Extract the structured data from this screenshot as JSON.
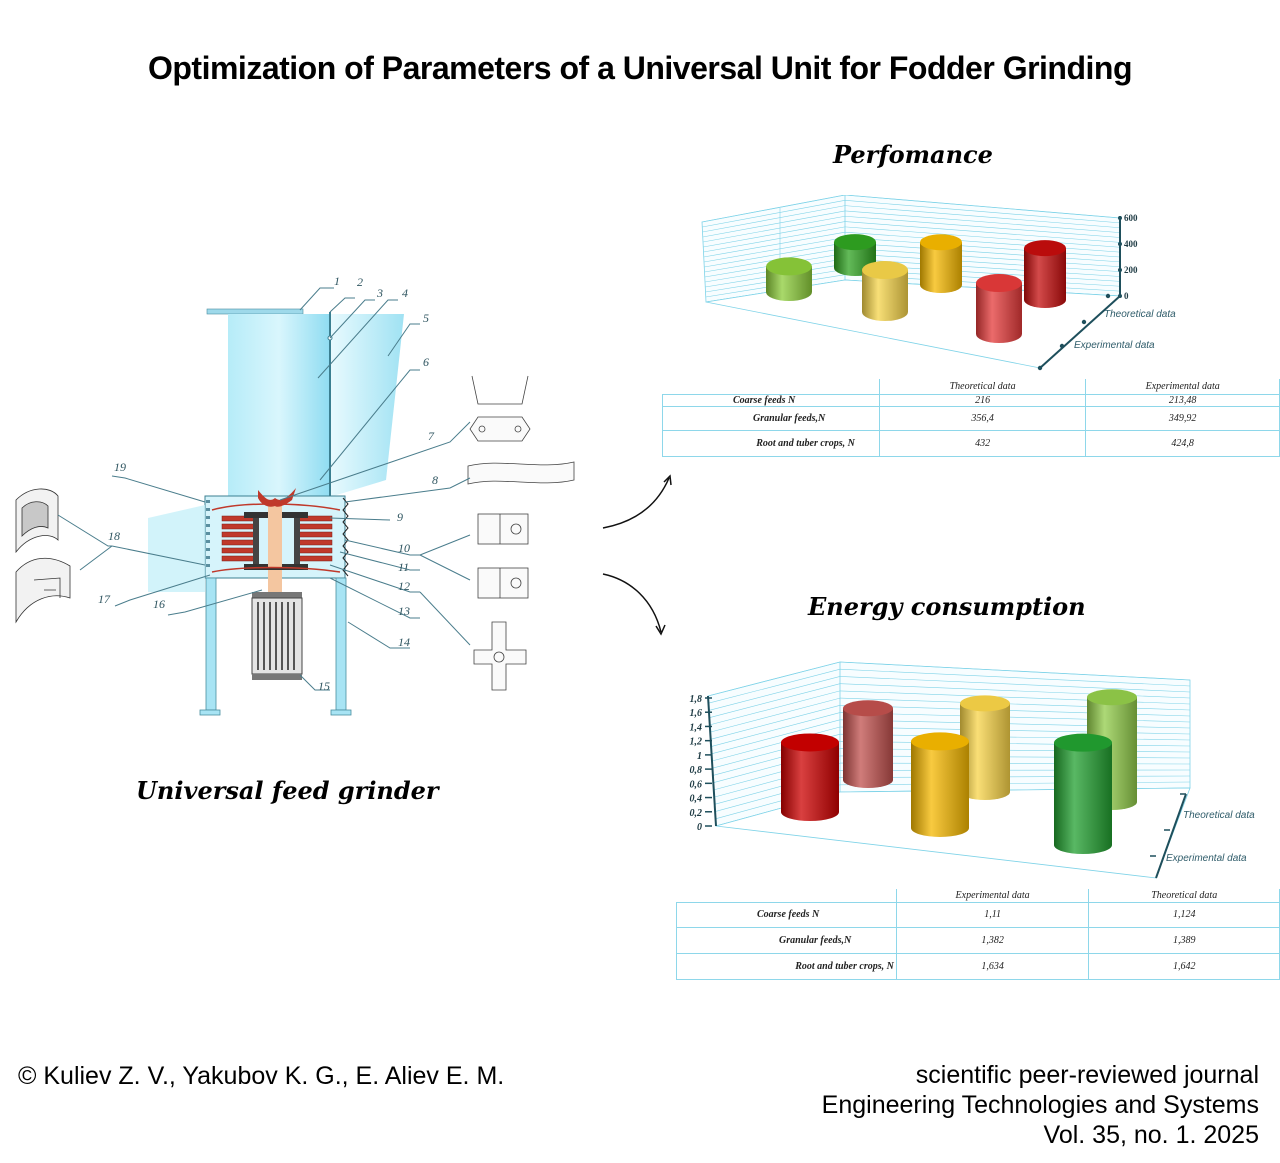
{
  "title": "Optimization of Parameters of a Universal Unit for Fodder Grinding",
  "grinder": {
    "caption": "Universal feed grinder",
    "part_numbers": [
      "1",
      "2",
      "3",
      "4",
      "5",
      "6",
      "7",
      "8",
      "9",
      "10",
      "11",
      "12",
      "13",
      "14",
      "15",
      "16",
      "17",
      "18",
      "19"
    ]
  },
  "performance": {
    "caption": "Perfomance",
    "table": {
      "headers": [
        "Theoretical data",
        "Experimental data"
      ],
      "rows": [
        {
          "label": "Coarse feeds N",
          "theoretical": "216",
          "experimental": "213,48"
        },
        {
          "label": "Granular feeds,N",
          "theoretical": "356,4",
          "experimental": "349,92"
        },
        {
          "label": "Root and tuber crops, N",
          "theoretical": "432",
          "experimental": "424,8"
        }
      ]
    }
  },
  "energy": {
    "caption": "Energy consumption",
    "table": {
      "headers": [
        "Experimental data",
        "Theoretical data"
      ],
      "rows": [
        {
          "label": "Coarse feeds N",
          "experimental": "1,11",
          "theoretical": "1,124"
        },
        {
          "label": "Granular feeds,N",
          "experimental": "1,382",
          "theoretical": "1,389"
        },
        {
          "label": "Root and tuber crops, N",
          "experimental": "1,634",
          "theoretical": "1,642"
        }
      ]
    }
  },
  "chart_data": [
    {
      "type": "bar",
      "title": "Perfomance",
      "categories": [
        "Coarse feeds N",
        "Granular feeds,N",
        "Root and tuber crops, N"
      ],
      "series": [
        {
          "name": "Theoretical data",
          "values": [
            216,
            356.4,
            432
          ],
          "colors": [
            "#2fa321",
            "#f5b800",
            "#c40d0d"
          ]
        },
        {
          "name": "Experimental data",
          "values": [
            213.48,
            349.92,
            424.8
          ],
          "colors": [
            "#8ccc3a",
            "#f5d44a",
            "#e43a3a"
          ]
        }
      ],
      "yticks": [
        "0",
        "200",
        "400",
        "600"
      ],
      "ylim": [
        0,
        600
      ],
      "style": "3d-cylinder"
    },
    {
      "type": "bar",
      "title": "Energy consumption",
      "categories": [
        "Coarse feeds N",
        "Granular feeds,N",
        "Root and tuber crops, N"
      ],
      "series": [
        {
          "name": "Theoretical data",
          "values": [
            1.124,
            1.389,
            1.642
          ],
          "colors": [
            "#c0504d",
            "#f8d448",
            "#92cc4a"
          ]
        },
        {
          "name": "Experimental data",
          "values": [
            1.11,
            1.382,
            1.634
          ],
          "colors": [
            "#cc0000",
            "#f5b800",
            "#22a030"
          ]
        }
      ],
      "yticks": [
        "0",
        "0,2",
        "0,4",
        "0,6",
        "0,8",
        "1",
        "1,2",
        "1,4",
        "1,6",
        "1,8"
      ],
      "ylim": [
        0,
        1.8
      ],
      "style": "3d-cylinder"
    }
  ],
  "colors": {
    "grid": "#7fd3e8",
    "axis": "#1e4f5c",
    "machine_body": "#a8e4f4",
    "coil": "#c0392b"
  },
  "footer": {
    "copyright": "© Kuliev Z. V., Yakubov K. G., E. Aliev E. M.",
    "journal_line1": "scientific peer-reviewed journal",
    "journal_line2": "Engineering Technologies and Systems",
    "journal_line3": "Vol. 35, no. 1. 2025"
  }
}
